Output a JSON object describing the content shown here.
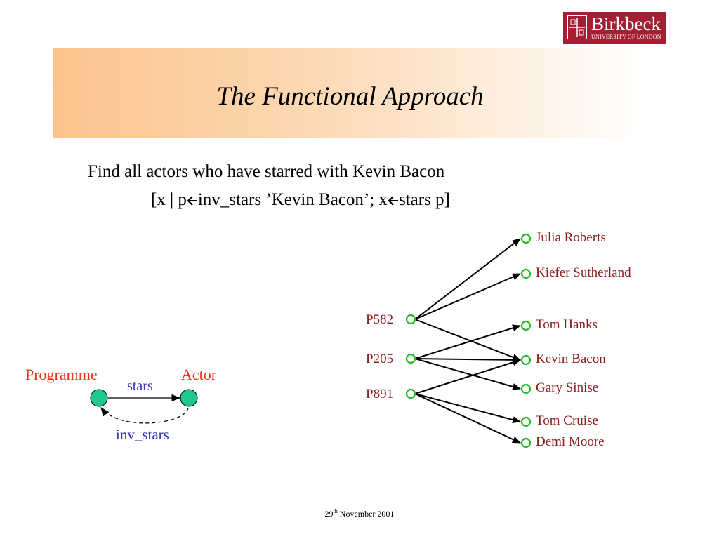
{
  "logo": {
    "name": "Birkbeck",
    "subtitle": "UNIVERSITY OF LONDON"
  },
  "slide": {
    "title": "The Functional Approach"
  },
  "query": {
    "description": "Find all actors who have starred with Kevin Bacon",
    "expr_1": "[x | p",
    "expr_2": "inv_stars ’Kevin Bacon’; x",
    "expr_3": "stars p]"
  },
  "schema": {
    "programme_label": "Programme",
    "actor_label": "Actor",
    "stars_label": "stars",
    "inv_stars_label": "inv_stars",
    "node_color": "#1ec98b",
    "entity_color": "#e8331b",
    "relation_color": "#3333bb"
  },
  "graph": {
    "programmes": [
      "P582",
      "P205",
      "P891"
    ],
    "actors": [
      "Julia Roberts",
      "Kiefer Sutherland",
      "Tom Hanks",
      "Kevin Bacon",
      "Gary Sinise",
      "Tom Cruise",
      "Demi Moore"
    ],
    "edges": [
      [
        "P582",
        "Julia Roberts"
      ],
      [
        "P582",
        "Kiefer Sutherland"
      ],
      [
        "P582",
        "Kevin Bacon"
      ],
      [
        "P205",
        "Tom Hanks"
      ],
      [
        "P205",
        "Kevin Bacon"
      ],
      [
        "P205",
        "Gary Sinise"
      ],
      [
        "P891",
        "Kevin Bacon"
      ],
      [
        "P891",
        "Tom Cruise"
      ],
      [
        "P891",
        "Demi Moore"
      ]
    ],
    "node_color": "#22bb22",
    "label_color": "#8b1a1a"
  },
  "footer": {
    "day": "29",
    "suffix": "th",
    "rest": " November 2001"
  }
}
